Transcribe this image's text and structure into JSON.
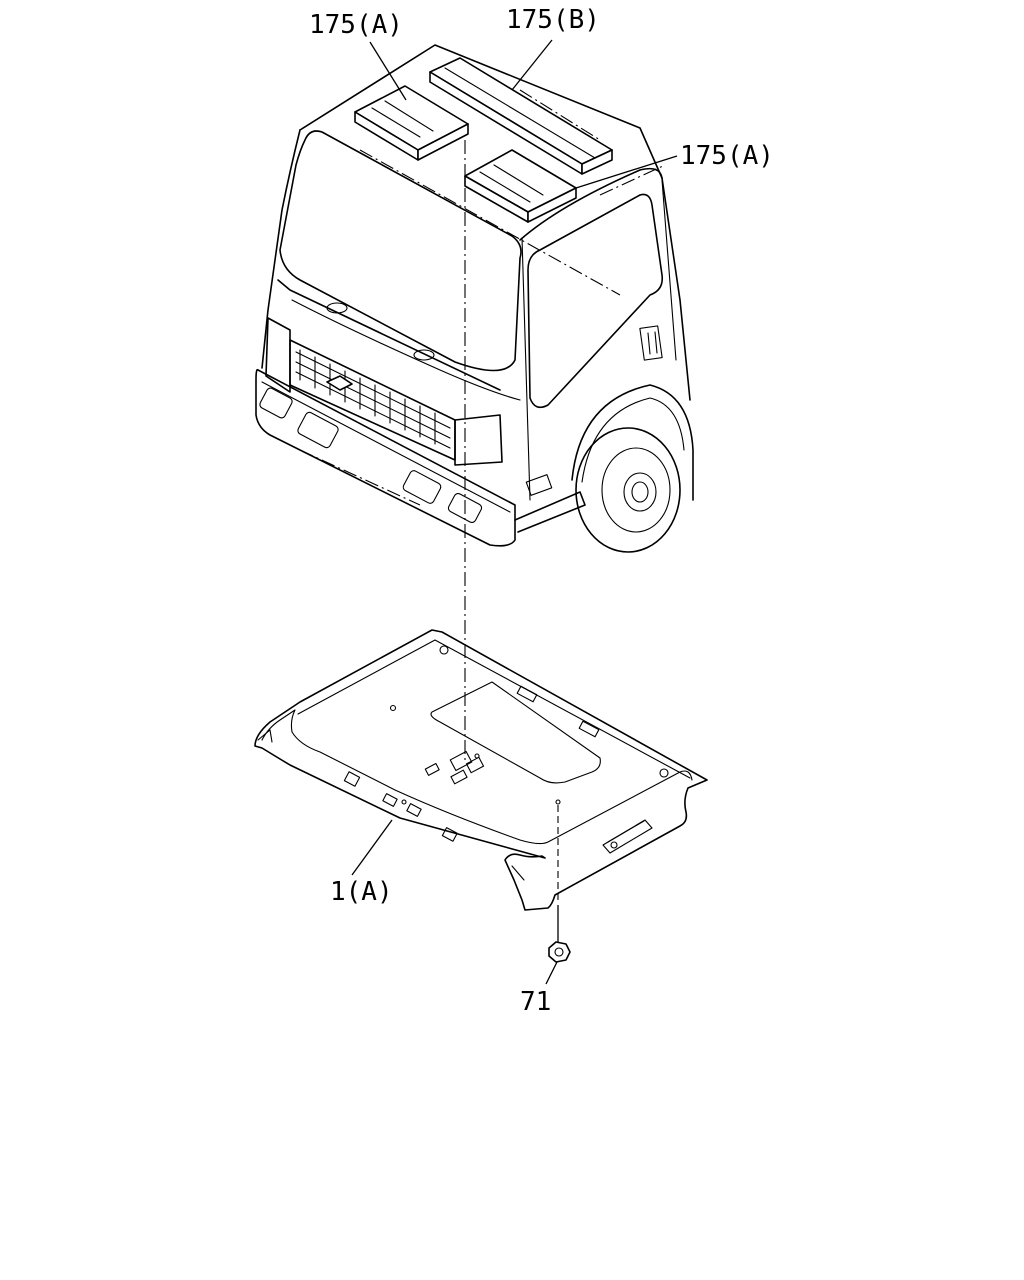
{
  "callouts": {
    "roof_insulator_front_left": "175(A)",
    "roof_insulator_center": "175(B)",
    "roof_insulator_front_right": "175(A)",
    "headlining": "1(A)",
    "clip": "71"
  }
}
